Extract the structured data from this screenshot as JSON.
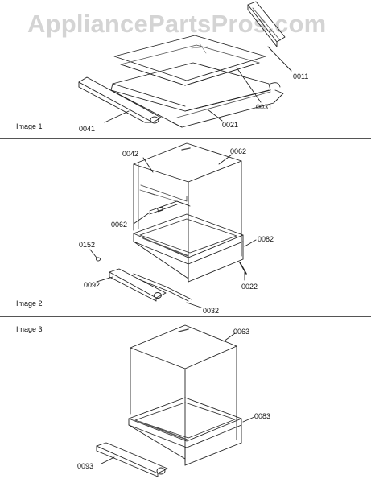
{
  "watermark": "AppliancePartsPros.com",
  "panels": [
    {
      "label": "Image 1",
      "parts": [
        "0011",
        "0031",
        "0021",
        "0041"
      ]
    },
    {
      "label": "Image 2",
      "parts": [
        "0042",
        "0062",
        "0062",
        "0082",
        "0152",
        "0092",
        "0022",
        "0032"
      ]
    },
    {
      "label": "Image 3",
      "parts": [
        "0063",
        "0083",
        "0093"
      ]
    }
  ]
}
